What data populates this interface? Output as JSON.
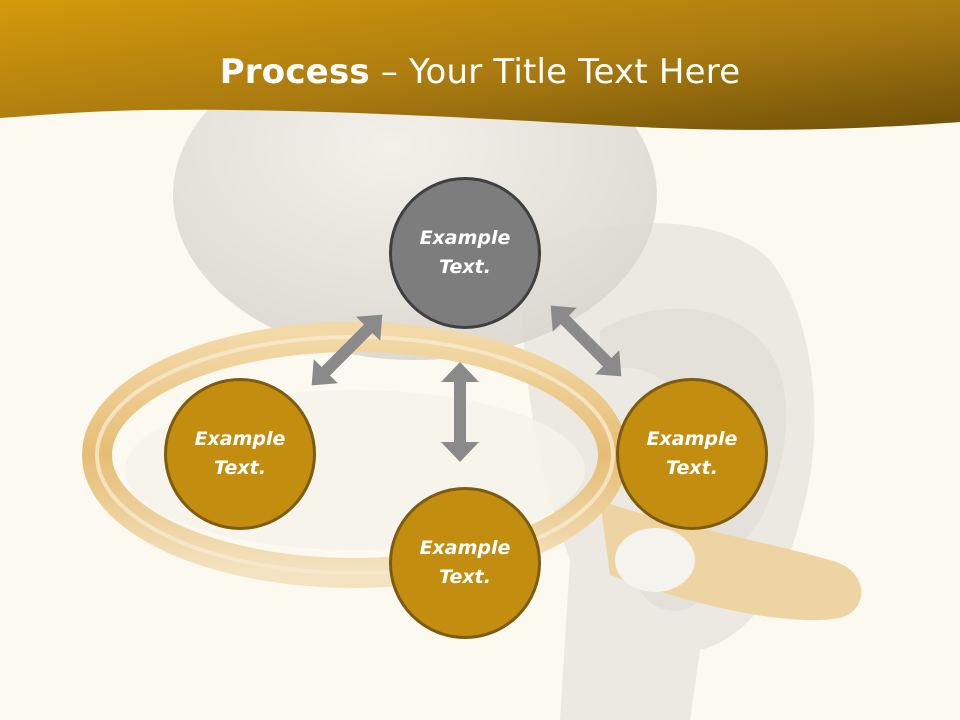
{
  "slide": {
    "title_strong": "Process",
    "title_rest": " – Your Title Text Here"
  },
  "diagram": {
    "nodes": [
      {
        "line1": "Example",
        "line2": "Text.",
        "color": "#7d7d7d"
      },
      {
        "line1": "Example",
        "line2": "Text.",
        "color": "#c38d10"
      },
      {
        "line1": "Example",
        "line2": "Text.",
        "color": "#c38d10"
      },
      {
        "line1": "Example",
        "line2": "Text.",
        "color": "#c38d10"
      }
    ],
    "arrow_color": "#8a8a8a",
    "banner_color": "#c38d10"
  }
}
